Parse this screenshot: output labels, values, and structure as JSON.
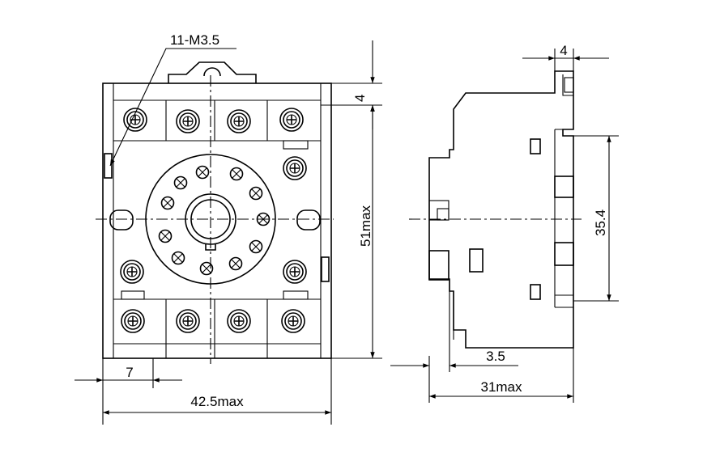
{
  "front_view": {
    "screw_label": "11-M3.5",
    "top_offset_dim": "4",
    "height_dim": "51max",
    "pitch_dim": "7",
    "width_dim": "42.5max"
  },
  "side_view": {
    "top_dim": "4",
    "hole_spacing_dim": "35.4",
    "rail_dim": "3.5",
    "depth_dim": "31max"
  }
}
